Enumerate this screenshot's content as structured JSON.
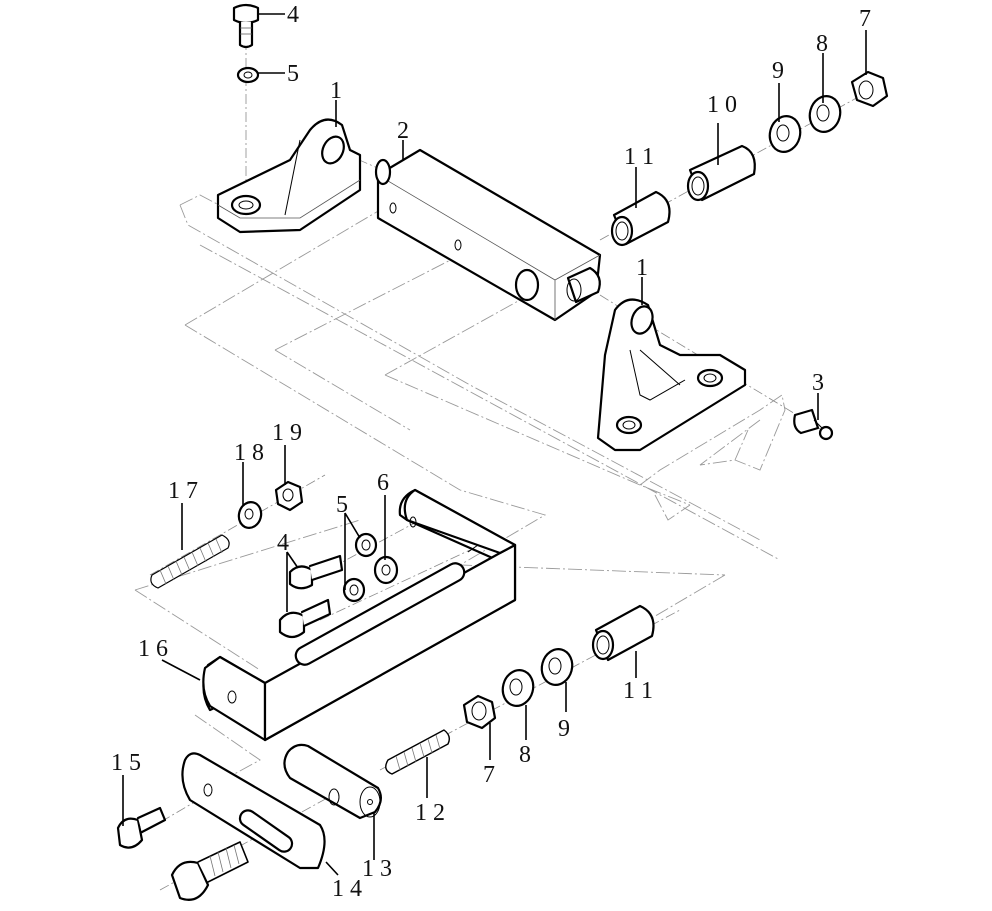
{
  "diagram": {
    "type": "exploded-parts-diagram",
    "background": "#ffffff",
    "line_color": "#000000",
    "frame_line_color": "#9a9a9a"
  },
  "callouts": [
    {
      "id": "c4a",
      "text": "4",
      "part": "bolt"
    },
    {
      "id": "c5a",
      "text": "5",
      "part": "lock-washer"
    },
    {
      "id": "c1a",
      "text": "1",
      "part": "mounting-bracket"
    },
    {
      "id": "c2",
      "text": "2",
      "part": "hinge-block"
    },
    {
      "id": "c11a",
      "text": "1 1",
      "part": "bushing"
    },
    {
      "id": "c10",
      "text": "1 0",
      "part": "spacer-sleeve"
    },
    {
      "id": "c9a",
      "text": "9",
      "part": "flat-washer"
    },
    {
      "id": "c8a",
      "text": "8",
      "part": "washer"
    },
    {
      "id": "c7a",
      "text": "7",
      "part": "nut"
    },
    {
      "id": "c1b",
      "text": "1",
      "part": "mounting-bracket"
    },
    {
      "id": "c3",
      "text": "3",
      "part": "pin"
    },
    {
      "id": "c17",
      "text": "1 7",
      "part": "spring"
    },
    {
      "id": "c18",
      "text": "1 8",
      "part": "washer"
    },
    {
      "id": "c19",
      "text": "1 9",
      "part": "nut"
    },
    {
      "id": "c6",
      "text": "6",
      "part": "flat-washer"
    },
    {
      "id": "c5b",
      "text": "5",
      "part": "lock-washer"
    },
    {
      "id": "c4b",
      "text": "4",
      "part": "bolt"
    },
    {
      "id": "c16",
      "text": "1 6",
      "part": "slotted-bracket"
    },
    {
      "id": "c11b",
      "text": "1 1",
      "part": "bushing"
    },
    {
      "id": "c9b",
      "text": "9",
      "part": "flat-washer"
    },
    {
      "id": "c8b",
      "text": "8",
      "part": "washer"
    },
    {
      "id": "c7b",
      "text": "7",
      "part": "nut"
    },
    {
      "id": "c12",
      "text": "1 2",
      "part": "threaded-stud"
    },
    {
      "id": "c15",
      "text": "1 5",
      "part": "bolt"
    },
    {
      "id": "c13",
      "text": "1 3",
      "part": "pivot-pin"
    },
    {
      "id": "c14",
      "text": "1 4",
      "part": "slotted-link-plate"
    }
  ]
}
